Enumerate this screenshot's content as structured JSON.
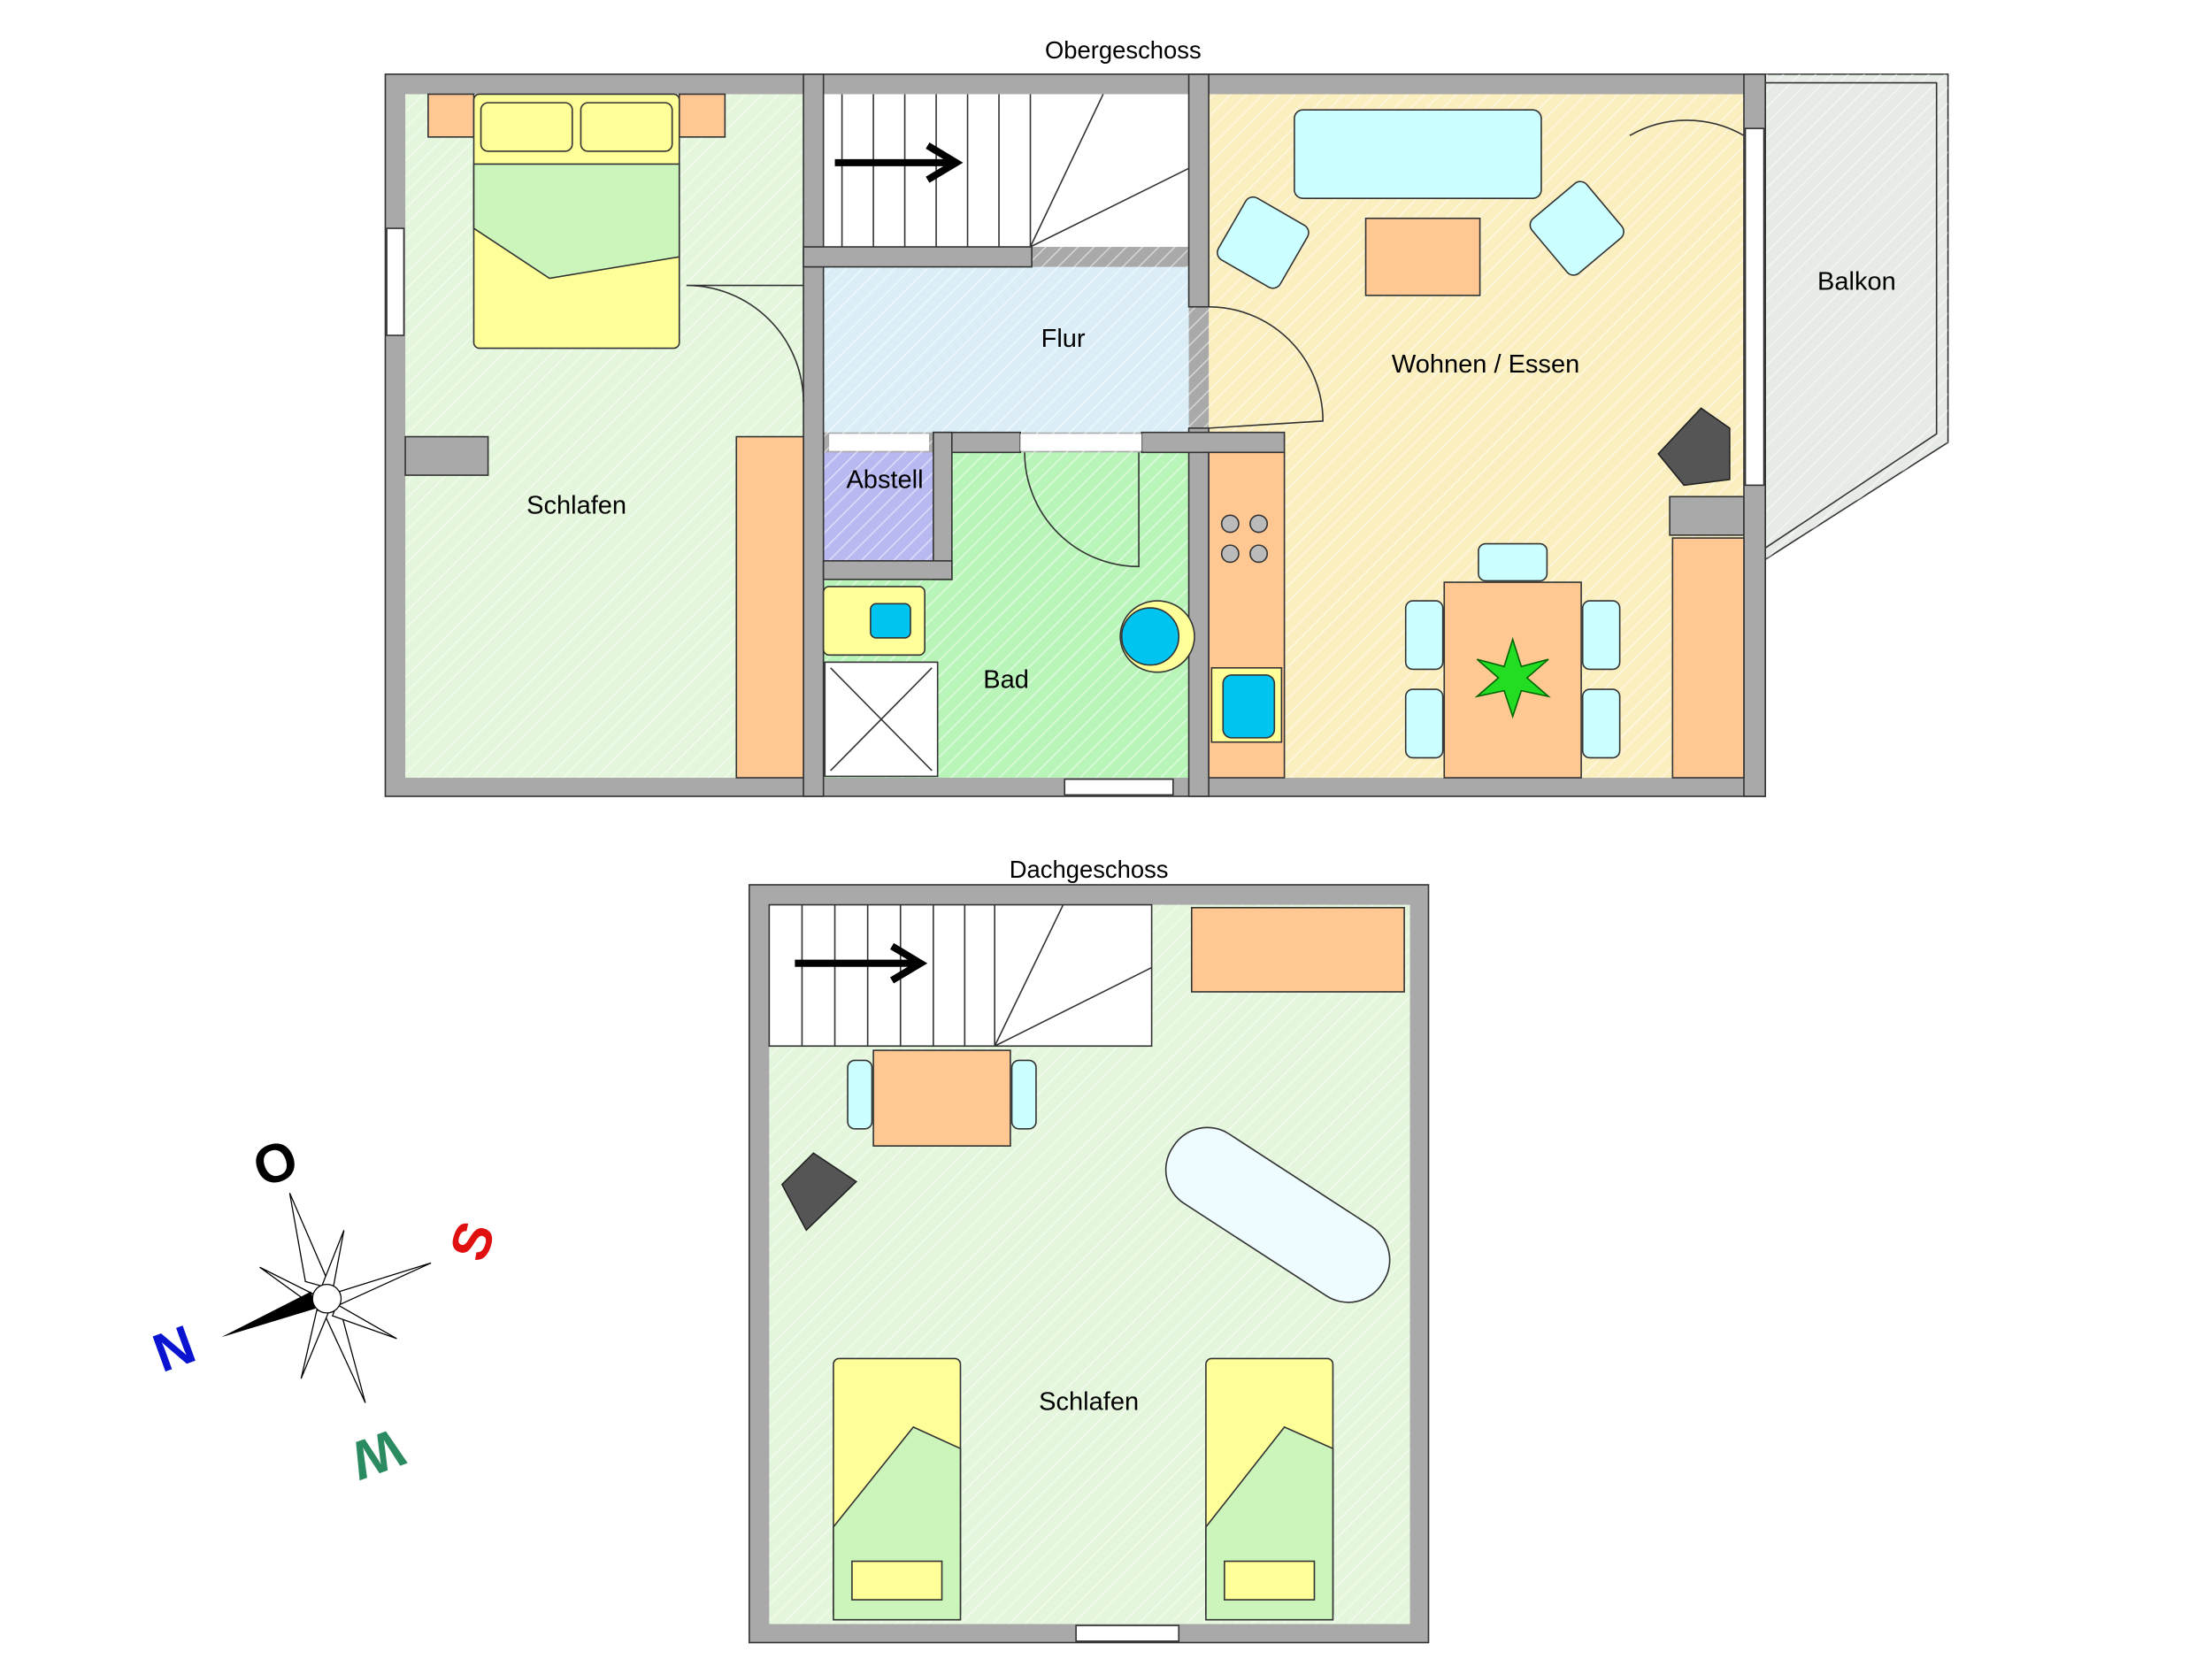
{
  "floors": {
    "upper": {
      "title": "Obergeschoss",
      "rooms": {
        "bedroom": "Schlafen",
        "hall": "Flur",
        "living": "Wohnen / Essen",
        "balcony": "Balkon",
        "storage": "Abstell",
        "bath": "Bad"
      }
    },
    "attic": {
      "title": "Dachgeschoss",
      "rooms": {
        "bedroom": "Schlafen"
      }
    }
  },
  "compass": {
    "east": "O",
    "south": "S",
    "north": "N",
    "west": "W"
  },
  "colors": {
    "wall": "#a9a9a9",
    "bedroom": "#e4f6dc",
    "hall": "#dbeef8",
    "living": "#fbefc0",
    "balcony": "#e6ebe6",
    "storage": "#b9b9f2",
    "bath": "#b9f5b9",
    "furniture": "#ffc893",
    "bed": "#ffff99",
    "sofa": "#ccffff",
    "north": "#0a14d0",
    "south": "#e01010",
    "west": "#2a8a60"
  }
}
